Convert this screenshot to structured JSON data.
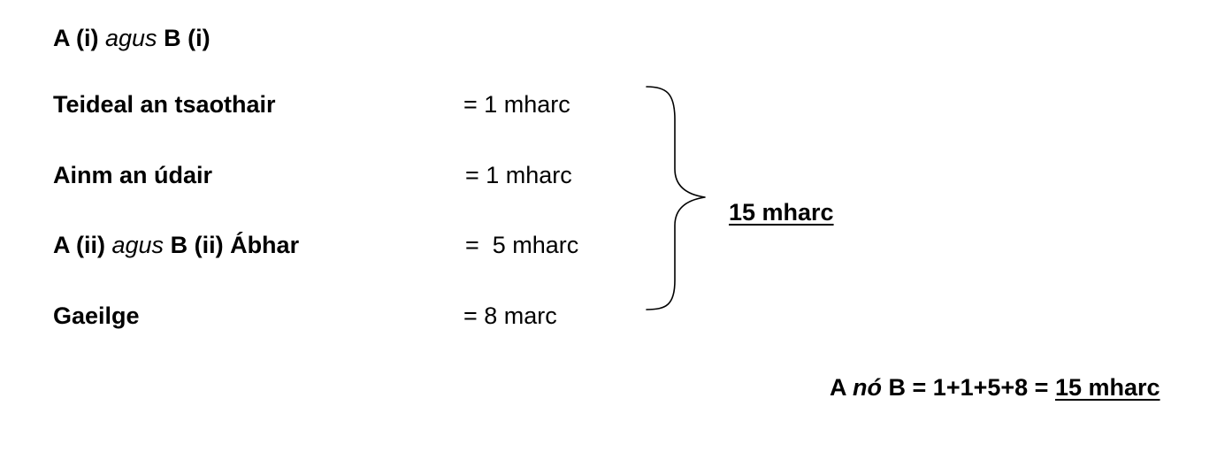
{
  "header": {
    "part_a": "A (i)",
    "agus": "agus",
    "part_b": "B (i)"
  },
  "rows": [
    {
      "label": "Teideal an tsaothair",
      "value": "= 1 mharc"
    },
    {
      "label": "Ainm an údair",
      "value": "= 1 mharc"
    },
    {
      "label_a": "A (ii)",
      "label_agus": "agus",
      "label_b": "B (ii) Ábhar",
      "value": "=  5 mharc"
    },
    {
      "label": "Gaeilge",
      "value": "= 8 marc"
    }
  ],
  "brace_total": "15 mharc",
  "summary": {
    "prefix": "A",
    "no": "nó",
    "equation": "B = 1+1+5+8 =",
    "total": "15 mharc"
  }
}
